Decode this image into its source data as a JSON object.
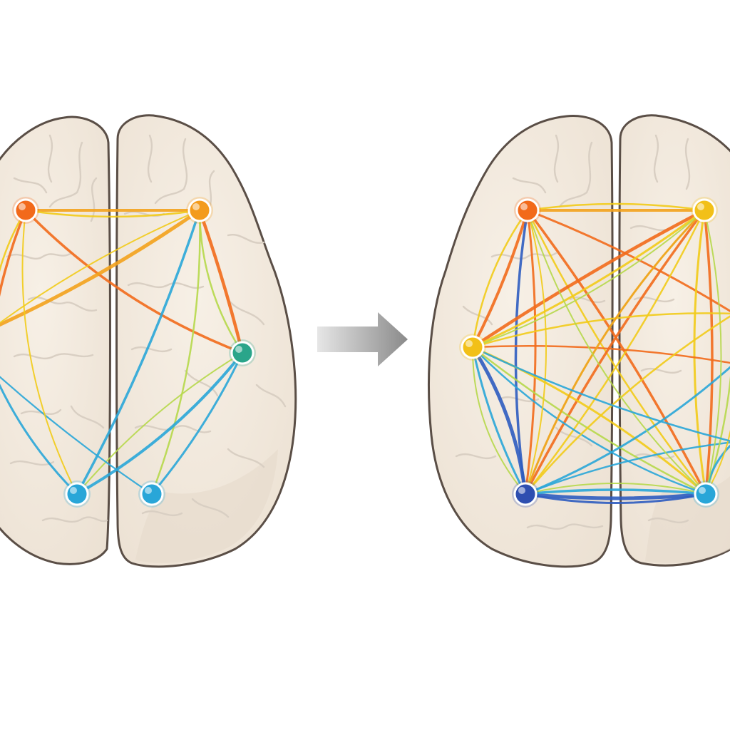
{
  "colors": {
    "background": "#ffffff",
    "brain_fill": "#f4ebdf",
    "brain_outline": "#5a4e46",
    "arrow": "#8f8f8f",
    "orange": "#f26a1b",
    "amber": "#f3a21c",
    "yellow": "#f2cb18",
    "lime": "#b6d84a",
    "teal": "#2aa58a",
    "cyan": "#29a6d8",
    "blue": "#2e5cc0"
  },
  "diagrams": [
    {
      "name": "sparse-network",
      "nodes": [
        {
          "id": "n1",
          "color": "#f26a1b",
          "icon": "node"
        },
        {
          "id": "n2",
          "color": "#f39b1c",
          "icon": "node"
        },
        {
          "id": "n3",
          "color": "#2aa58a",
          "icon": "node"
        },
        {
          "id": "n4",
          "color": "#29a6d8",
          "icon": "node"
        },
        {
          "id": "n5",
          "color": "#29a6d8",
          "icon": "node"
        }
      ],
      "edge_count": 17
    },
    {
      "name": "dense-network",
      "nodes": [
        {
          "id": "m1",
          "color": "#f26a1b",
          "icon": "node"
        },
        {
          "id": "m2",
          "color": "#f2c018",
          "icon": "node"
        },
        {
          "id": "m3",
          "color": "#f2c018",
          "icon": "node"
        },
        {
          "id": "m4",
          "color": "#2e4fb0",
          "icon": "node"
        },
        {
          "id": "m5",
          "color": "#29a6d8",
          "icon": "node"
        }
      ],
      "edge_count": 40
    }
  ],
  "arrow_icon": "right-arrow-icon"
}
